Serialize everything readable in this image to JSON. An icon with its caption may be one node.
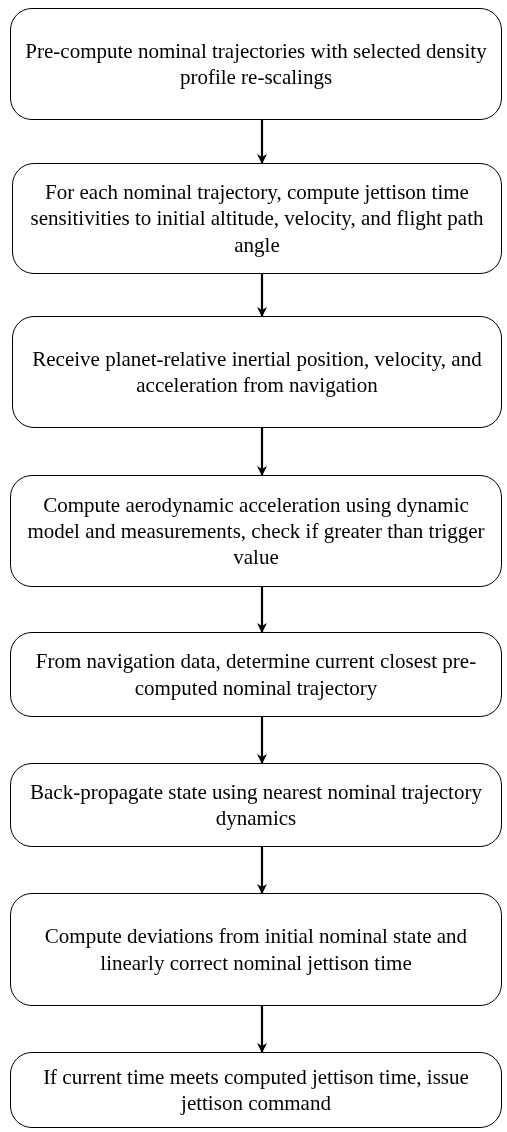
{
  "diagram": {
    "nodes": [
      {
        "text": [
          "Pre-compute nominal trajectories with selected density profile re-scalings"
        ]
      },
      {
        "text": [
          "For each nominal trajectory, compute jettison time sensitivities to initial altitude, velocity, and flight path angle"
        ]
      },
      {
        "text": [
          "Receive planet-relative inertial position, velocity, and acceleration from navigation"
        ]
      },
      {
        "text": [
          "Compute aerodynamic acceleration using dynamic model and measurements, check if greater than trigger value"
        ]
      },
      {
        "text": [
          "From navigation data, determine current closest pre-computed nominal trajectory"
        ]
      },
      {
        "text": [
          "Back-propagate state using nearest nominal trajectory dynamics"
        ]
      },
      {
        "text": [
          "Compute deviations from initial nominal state and linearly correct nominal jettison time"
        ]
      },
      {
        "text": [
          "If current time meets computed jettison time, issue jettison command"
        ]
      }
    ],
    "edges": [
      {
        "from": 0,
        "to": 1,
        "arrow": "to"
      },
      {
        "from": 1,
        "to": 2,
        "arrow": "to"
      },
      {
        "from": 2,
        "to": 3,
        "arrow": "to"
      },
      {
        "from": 3,
        "to": 4,
        "arrow": "to"
      },
      {
        "from": 4,
        "to": 5,
        "arrow": "to"
      },
      {
        "from": 5,
        "to": 6,
        "arrow": "to"
      },
      {
        "from": 6,
        "to": 7,
        "arrow": "to"
      }
    ]
  }
}
